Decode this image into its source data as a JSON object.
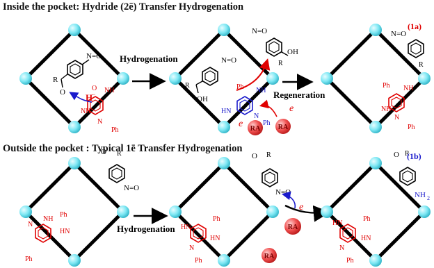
{
  "title_top": "Inside the pocket: Hydride (2ē) Transfer Hydrogenation",
  "title_bottom": "Outside the pocket : Typical 1ē Transfer Hydrogenation",
  "arrow_labels": {
    "hydrogenation": "Hydrogenation",
    "regeneration": "Regeneration"
  },
  "product_labels": {
    "p1a": "(1a)",
    "p1b": "(1b)"
  },
  "species": {
    "hydride": "H",
    "electron": "e",
    "reducing_agent": "RA",
    "phenyl": "Ph",
    "amide": "NH",
    "amide_alt": "HN",
    "nitrogen": "N",
    "r_group": "R",
    "oxygen": "O",
    "hydroxyl": "OH",
    "amine": "NH",
    "amine_subscript": "2",
    "nitro": "N=O"
  },
  "colors": {
    "cage": "#000000",
    "node": "#7fe8f4",
    "node_stroke": "#39b6c8",
    "red": "#e00000",
    "blue": "#1a1acc",
    "ra_fill": "#f05050",
    "electron_red": "#e00000"
  }
}
